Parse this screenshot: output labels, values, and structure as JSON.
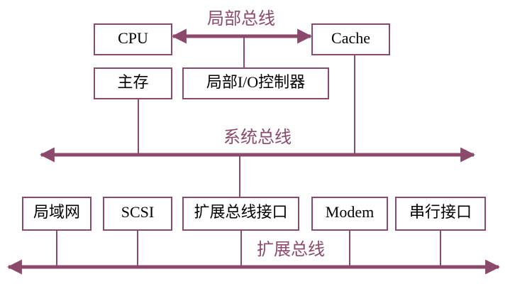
{
  "colors": {
    "accent": "#8B4A6B",
    "text": "#000000",
    "background": "#ffffff"
  },
  "buses": {
    "local_bus": {
      "label": "局部总线"
    },
    "system_bus": {
      "label": "系统总线"
    },
    "expansion_bus": {
      "label": "扩展总线"
    }
  },
  "boxes": {
    "cpu": "CPU",
    "cache": "Cache",
    "main_memory": "主存",
    "local_io_controller": "局部I/O控制器",
    "lan": "局域网",
    "scsi": "SCSI",
    "expansion_bus_interface": "扩展总线接口",
    "modem": "Modem",
    "serial_interface": "串行接口"
  }
}
